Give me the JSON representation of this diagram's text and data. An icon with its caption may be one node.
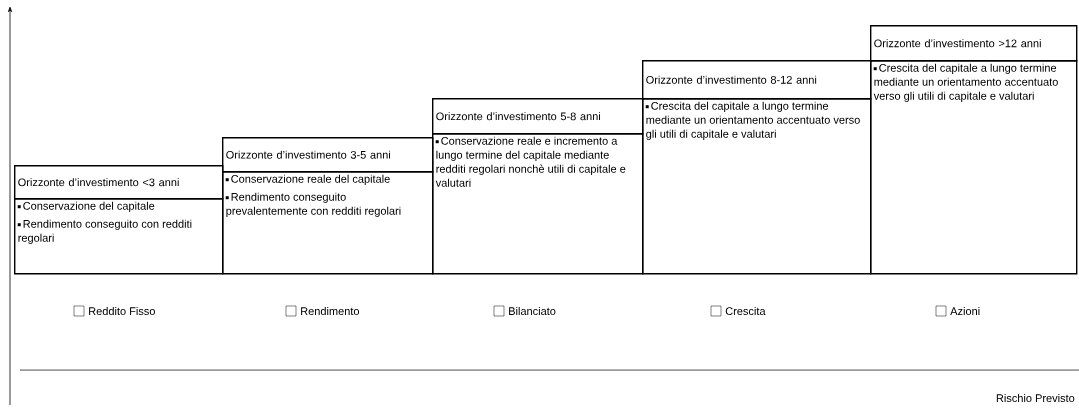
{
  "diagram": {
    "nodes": [
      {
        "text": [
          "Orizzonte d’investimento <3 anni"
        ]
      },
      {
        "text": [
          "Conservazione del capitale",
          "Rendimento conseguito con redditi regolari"
        ]
      },
      {
        "text": [
          "Orizzonte d’investimento 3-5 anni"
        ]
      },
      {
        "text": [
          "Conservazione reale del capitale",
          "Rendimento conseguito prevalentemente con redditi regolari"
        ]
      },
      {
        "text": [
          "Orizzonte d’investimento 5-8 anni"
        ]
      },
      {
        "text": [
          "Conservazione reale e incremento a lungo termine del capitale mediante redditi regolari nonchè utili di capitale e valutari"
        ]
      },
      {
        "text": [
          "Orizzonte d’investimento 8-12 anni"
        ]
      },
      {
        "text": [
          "Crescita del capitale a lungo termine mediante un orientamento accentuato verso gli utili di capitale e valutari"
        ]
      },
      {
        "text": [
          "Orizzonte d’investimento >12 anni"
        ]
      },
      {
        "text": [
          "Crescita del capitale a lungo termine mediante un orientamento accentuato verso gli utili di capitale e valutari"
        ]
      }
    ],
    "labels": [
      "Reddito Fisso",
      "Rendimento",
      "Bilanciato",
      "Crescita",
      "Azioni",
      "Rischio Previsto"
    ]
  }
}
